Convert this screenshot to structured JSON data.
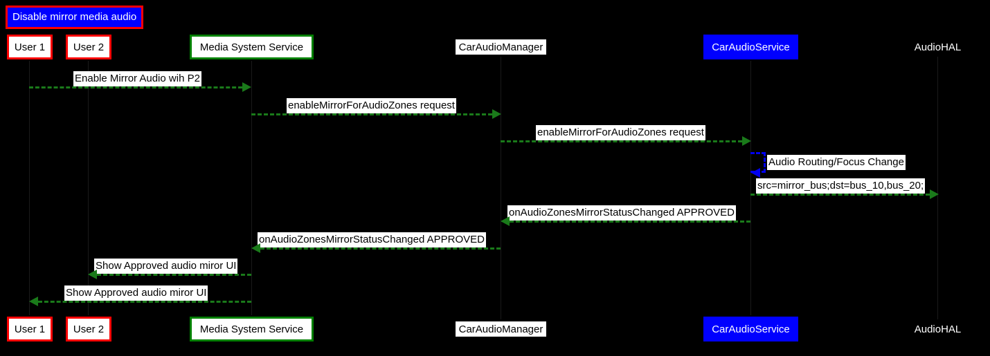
{
  "diagram": {
    "kind": "sequence-diagram",
    "title": "Disable mirror media audio",
    "background_color": "#000000",
    "colors": {
      "title_fill": "#0000ff",
      "title_border": "#ff0000",
      "title_text": "#ffffff",
      "user_border": "#ff0000",
      "service_border": "#008000",
      "message_green": "#008000",
      "self_message_blue": "#0000ff",
      "label_fill": "#ffffff",
      "label_text": "#000000"
    }
  },
  "participants": [
    {
      "id": "user1",
      "label": "User 1",
      "style": "red-border"
    },
    {
      "id": "user2",
      "label": "User 2",
      "style": "red-border"
    },
    {
      "id": "mss",
      "label": "Media System Service",
      "style": "green-border"
    },
    {
      "id": "cam",
      "label": "CarAudioManager",
      "style": "plain-white"
    },
    {
      "id": "cas",
      "label": "CarAudioService",
      "style": "blue-fill"
    },
    {
      "id": "hal",
      "label": "AudioHAL",
      "style": "no-box"
    }
  ],
  "messages": [
    {
      "index": 1,
      "label": "Enable Mirror Audio wih P2",
      "from": "user1",
      "to": "mss",
      "direction": "right",
      "color": "green",
      "style": "dashed"
    },
    {
      "index": 2,
      "label": "enableMirrorForAudioZones request",
      "from": "mss",
      "to": "cam",
      "direction": "right",
      "color": "green",
      "style": "dashed"
    },
    {
      "index": 3,
      "label": "enableMirrorForAudioZones request",
      "from": "cam",
      "to": "cas",
      "direction": "right",
      "color": "green",
      "style": "dashed"
    },
    {
      "index": 4,
      "label": "Audio Routing/Focus Change",
      "from": "cas",
      "to": "cas",
      "direction": "self",
      "color": "blue",
      "style": "dashed"
    },
    {
      "index": 5,
      "label": "src=mirror_bus;dst=bus_10,bus_20;",
      "from": "cas",
      "to": "hal",
      "direction": "right",
      "color": "green",
      "style": "dashed"
    },
    {
      "index": 6,
      "label": "onAudioZonesMirrorStatusChanged APPROVED",
      "from": "cas",
      "to": "cam",
      "direction": "left",
      "color": "green",
      "style": "dashed"
    },
    {
      "index": 7,
      "label": "onAudioZonesMirrorStatusChanged APPROVED",
      "from": "cam",
      "to": "mss",
      "direction": "left",
      "color": "green",
      "style": "dashed"
    },
    {
      "index": 8,
      "label": "Show Approved audio miror UI",
      "from": "mss",
      "to": "user2",
      "direction": "left",
      "color": "green",
      "style": "dashed"
    },
    {
      "index": 9,
      "label": "Show Approved audio miror UI",
      "from": "mss",
      "to": "user1",
      "direction": "left",
      "color": "green",
      "style": "dashed"
    }
  ]
}
